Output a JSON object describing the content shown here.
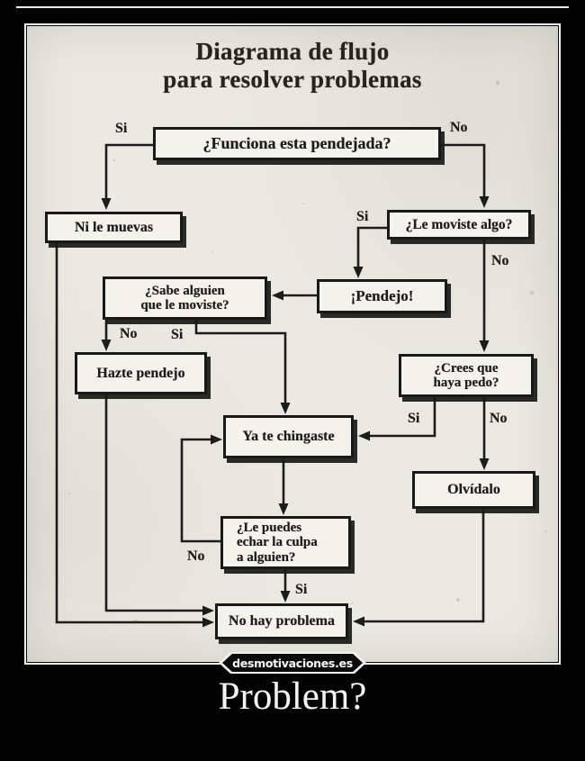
{
  "meme": {
    "caption": "Problem?",
    "watermark": "desmotivaciones.es",
    "colors": {
      "background": "#000000",
      "paper": "#ebe9e2",
      "ink": "#1c1c1a",
      "caption_text": "#f3f3f3"
    }
  },
  "flowchart": {
    "title_line1": "Diagrama de flujo",
    "title_line2": "para resolver problemas",
    "nodes": {
      "funciona": "¿Funciona esta pendejada?",
      "ni_le_muevas": "Ni le muevas",
      "le_moviste": "¿Le moviste algo?",
      "pendejo": "¡Pendejo!",
      "sabe_alguien": "¿Sabe alguien que le moviste?",
      "hazte_pendejo": "Hazte pendejo",
      "crees_pedo": "¿Crees que haya pedo?",
      "ya_te_chingaste": "Ya te chingaste",
      "olvidalo": "Olvídalo",
      "echar_culpa": "¿Le puedes echar la culpa a alguien?",
      "no_hay_problema": "No hay problema"
    },
    "edge_labels": {
      "funciona_si": "Si",
      "funciona_no": "No",
      "moviste_si": "Si",
      "moviste_no": "No",
      "sabe_no": "No",
      "sabe_si": "Si",
      "crees_si": "Si",
      "crees_no": "No",
      "culpa_no": "No",
      "culpa_si": "Si"
    }
  }
}
